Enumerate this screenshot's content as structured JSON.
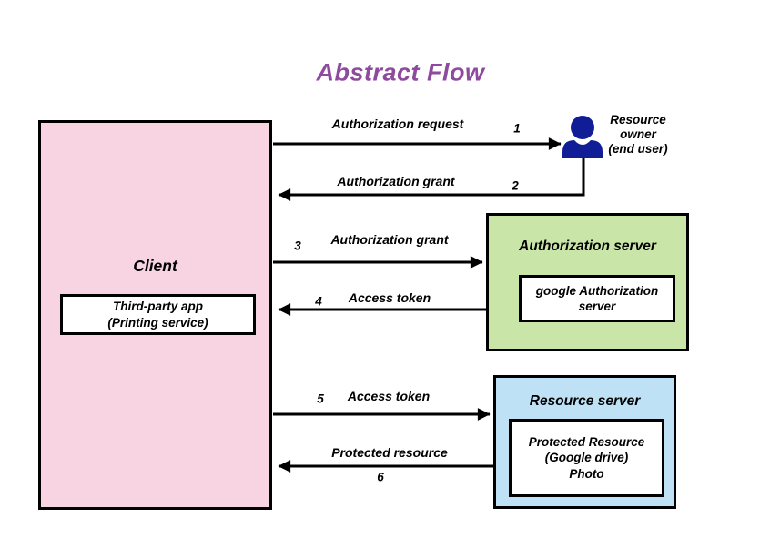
{
  "title": "Abstract Flow",
  "colors": {
    "title_purple": "#8e4a9e",
    "client_pink": "#f8d3e1",
    "authorization_server_green": "#c9e6a8",
    "resource_server_blue": "#bee1f5",
    "person_navy": "#101d96",
    "line_black": "#000000"
  },
  "client": {
    "label": "Client",
    "inner_line1": "Third-party app",
    "inner_line2": "(Printing service)"
  },
  "authorization_server": {
    "label": "Authorization server",
    "inner_line1": "google Authorization",
    "inner_line2": "server"
  },
  "resource_server": {
    "label": "Resource server",
    "inner_line1": "Protected Resource",
    "inner_line2": "(Google drive)",
    "inner_line3": "Photo"
  },
  "resource_owner": {
    "icon": "person-icon",
    "line1": "Resource",
    "line2": "owner",
    "line3": "(end user)"
  },
  "arrows": [
    {
      "num": "1",
      "label": "Authorization request",
      "from": "client",
      "to": "resource-owner",
      "direction": "right"
    },
    {
      "num": "2",
      "label": "Authorization grant",
      "from": "resource-owner",
      "to": "client",
      "direction": "left"
    },
    {
      "num": "3",
      "label": "Authorization grant",
      "from": "client",
      "to": "authorization-server",
      "direction": "right"
    },
    {
      "num": "4",
      "label": "Access token",
      "from": "authorization-server",
      "to": "client",
      "direction": "left"
    },
    {
      "num": "5",
      "label": "Access token",
      "from": "client",
      "to": "resource-server",
      "direction": "right"
    },
    {
      "num": "6",
      "label": "Protected resource",
      "from": "resource-server",
      "to": "client",
      "direction": "left"
    }
  ]
}
